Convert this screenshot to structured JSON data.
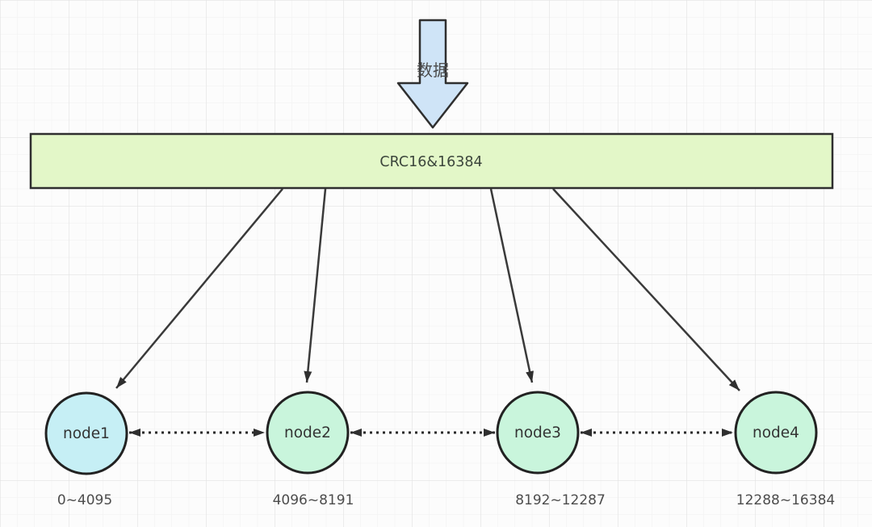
{
  "diagram": {
    "input": {
      "label": "数据"
    },
    "hash_box": {
      "label": "CRC16&16384"
    },
    "nodes": [
      {
        "name": "node1",
        "range": "0~4095",
        "fill": "#c6eff5"
      },
      {
        "name": "node2",
        "range": "4096~8191",
        "fill": "#c9f5dc"
      },
      {
        "name": "node3",
        "range": "8192~12287",
        "fill": "#c9f5dc"
      },
      {
        "name": "node4",
        "range": "12288~16384",
        "fill": "#c9f5dc"
      }
    ],
    "colors": {
      "input_arrow_fill": "#cfe4f7",
      "hash_box_fill": "#e3f7c8",
      "stroke": "#2f2f2f",
      "grid_minor": "#f0f0f0",
      "grid_major": "#e2e2e2",
      "background": "#fcfcfc"
    }
  }
}
